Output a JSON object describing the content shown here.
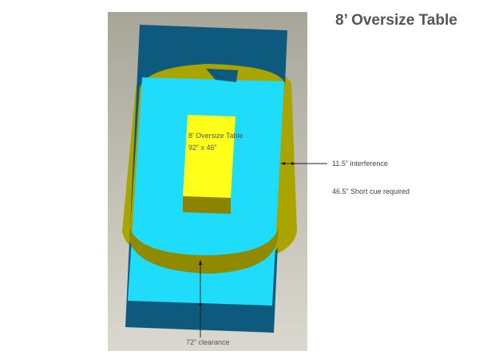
{
  "slide": {
    "title": "8’ Oversize Table"
  },
  "diagram": {
    "table_label": "8’ Oversize Table",
    "table_dims": "92” x 46”",
    "interference_label": "11.5” interference",
    "short_cue_label": "46.5” Short cue required",
    "clearance_label": "72” clearance"
  },
  "colors": {
    "room": "#0e5a7e",
    "floor": "#1edcfa",
    "ring": "#a9a400",
    "table": "#ffff1a",
    "table_side": "#8a8400"
  }
}
